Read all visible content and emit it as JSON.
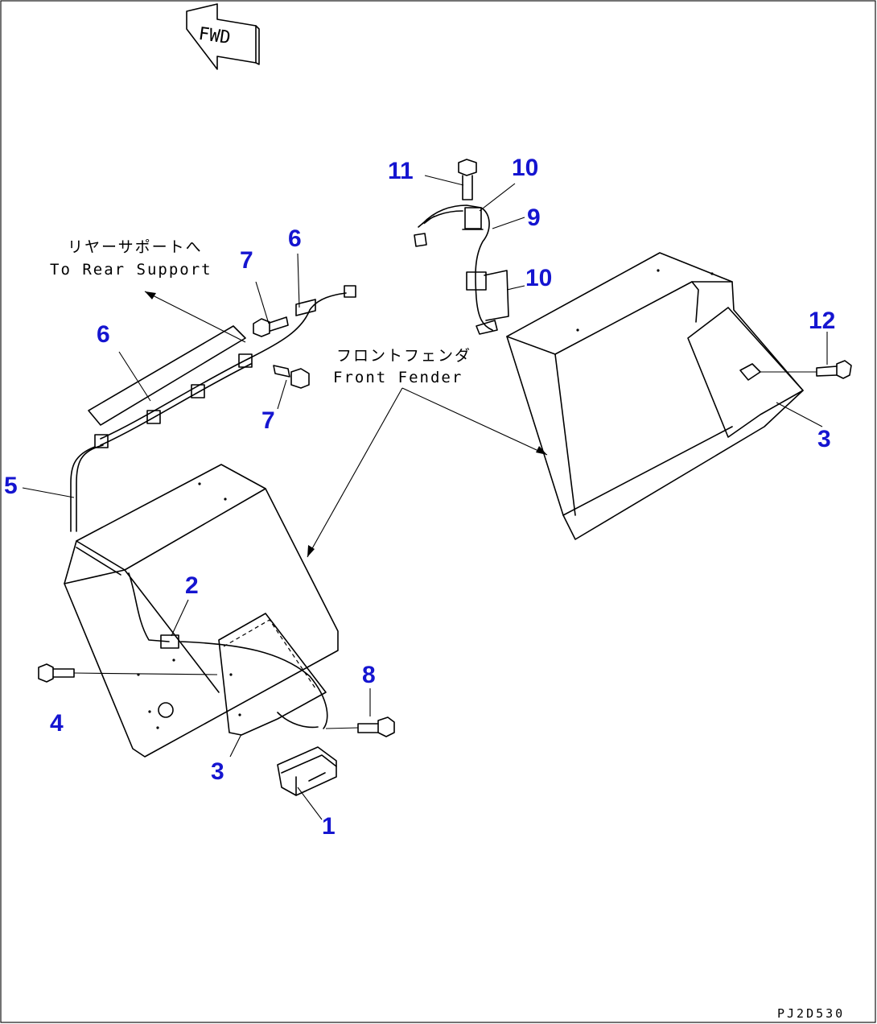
{
  "direction": {
    "label": "FWD"
  },
  "notes": {
    "rear_support_jp": "リヤーサポートへ",
    "rear_support_en": "To Rear Support",
    "front_fender_jp": "フロントフェンダ",
    "front_fender_en": "Front Fender"
  },
  "callouts": [
    "1",
    "2",
    "3",
    "3",
    "4",
    "5",
    "6",
    "6",
    "7",
    "7",
    "8",
    "9",
    "10",
    "10",
    "11",
    "12"
  ],
  "drawing_number": "PJ2D530",
  "colors": {
    "callout": "#1515d0",
    "line": "#000000",
    "background": "#ffffff"
  }
}
